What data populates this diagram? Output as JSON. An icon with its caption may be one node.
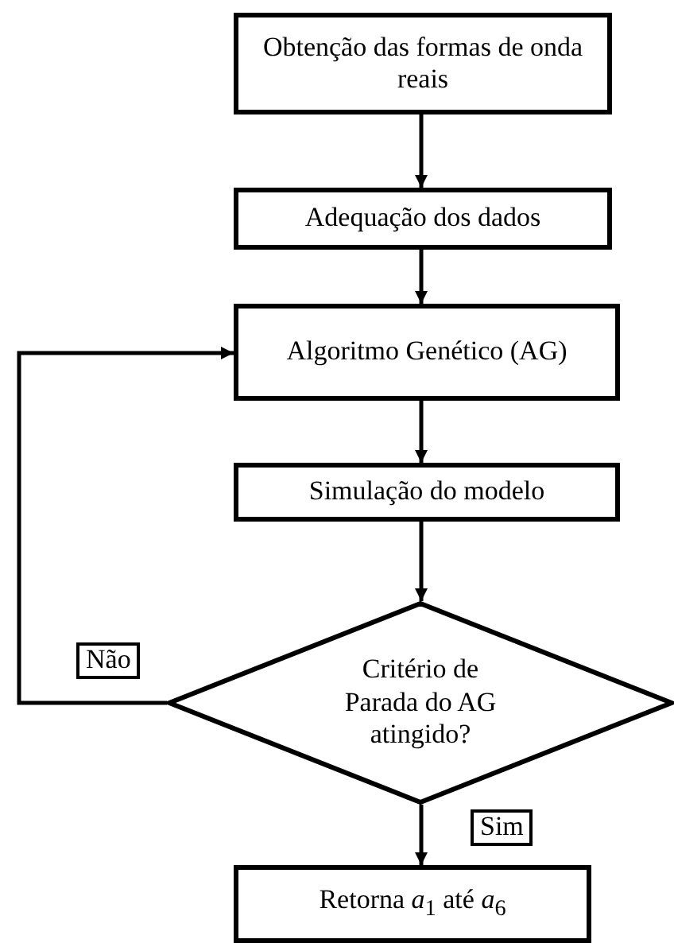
{
  "diagram": {
    "nodes": [
      {
        "text": [
          "Obtenção das formas de onda reais"
        ]
      },
      {
        "text": [
          "Adequação dos dados"
        ]
      },
      {
        "text": [
          "Algoritmo Genético (AG)"
        ]
      },
      {
        "text": [
          "Simulação do modelo"
        ]
      },
      {
        "text": [
          "Critério de Parada do AG atingido?"
        ]
      },
      {
        "text": [
          "Retorna *a*$_{1}$ até *a*$_{6}$"
        ]
      }
    ],
    "edges": [
      {
        "from": 0,
        "to": 1,
        "arrow": "to"
      },
      {
        "from": 1,
        "to": 2,
        "arrow": "to"
      },
      {
        "from": 2,
        "to": 3,
        "arrow": "to"
      },
      {
        "from": 3,
        "to": 4,
        "arrow": "to"
      },
      {
        "from": 4,
        "to": 2,
        "arrow": "to",
        "label": "Não"
      },
      {
        "from": 4,
        "to": 5,
        "arrow": "to",
        "label": "Sim"
      }
    ]
  }
}
